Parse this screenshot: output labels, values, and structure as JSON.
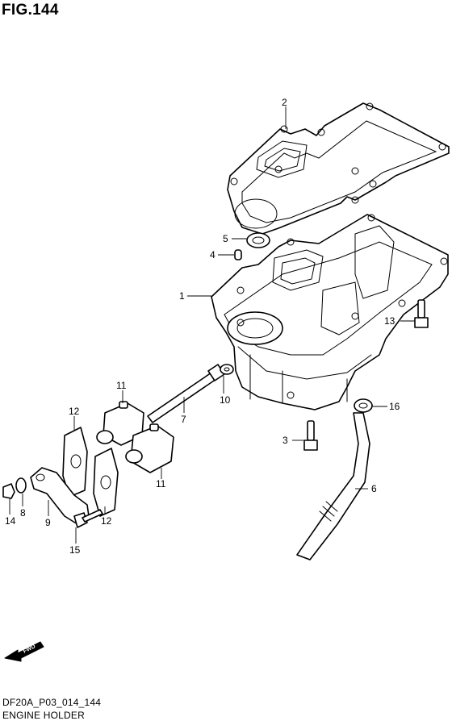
{
  "figure": {
    "title": "FIG.144",
    "model_code": "DF20A_P03_014_144",
    "caption": "ENGINE HOLDER"
  },
  "direction_marker": {
    "label": "FWD",
    "icon": "fwd-arrow-icon"
  },
  "callouts": [
    "1",
    "2",
    "3",
    "4",
    "5",
    "6",
    "7",
    "8",
    "9",
    "10",
    "11",
    "11",
    "12",
    "12",
    "13",
    "14",
    "15",
    "16"
  ]
}
